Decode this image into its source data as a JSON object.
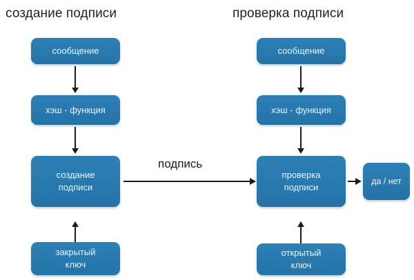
{
  "diagram": {
    "background_color": "#ffffff",
    "node_color": "#2a7ab0",
    "node_text_color": "#e8f3fb",
    "connector_color": "#1a1a1a",
    "titles": [
      {
        "id": "left-title",
        "text": "создание подписи"
      },
      {
        "id": "right-title",
        "text": "проверка подписи"
      }
    ],
    "nodes": [
      {
        "id": "sign-message",
        "text": "сообщение"
      },
      {
        "id": "sign-hash",
        "text": "хэш - функция"
      },
      {
        "id": "sign-create",
        "text": "создание\nподписи"
      },
      {
        "id": "sign-private-key",
        "text": "закрытый\nключ"
      },
      {
        "id": "verify-message",
        "text": "сообщение"
      },
      {
        "id": "verify-hash",
        "text": "хэш - функция"
      },
      {
        "id": "verify-check",
        "text": "проверка\nподписи"
      },
      {
        "id": "verify-public-key",
        "text": "открытый\nключ"
      },
      {
        "id": "verify-result",
        "text": "да / нет"
      }
    ],
    "edges": [
      {
        "id": "edge-sign-message-to-hash",
        "label": "",
        "direction": "down"
      },
      {
        "id": "edge-sign-hash-to-create",
        "label": "",
        "direction": "down"
      },
      {
        "id": "edge-private-key-to-create",
        "label": "",
        "direction": "up"
      },
      {
        "id": "edge-create-to-verify",
        "label": "подпись",
        "direction": "right"
      },
      {
        "id": "edge-verify-message-to-hash",
        "label": "",
        "direction": "down"
      },
      {
        "id": "edge-verify-hash-to-check",
        "label": "",
        "direction": "down"
      },
      {
        "id": "edge-public-key-to-check",
        "label": "",
        "direction": "up"
      },
      {
        "id": "edge-check-to-result",
        "label": "",
        "direction": "right"
      }
    ]
  }
}
